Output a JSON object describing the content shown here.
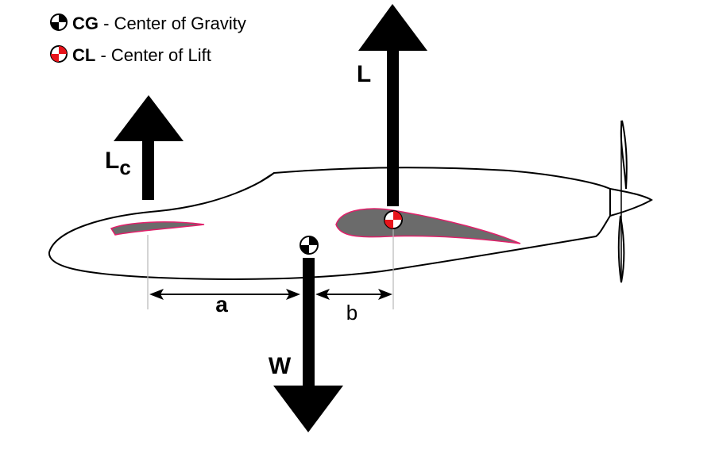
{
  "legend": {
    "items": [
      {
        "symbol": "cg-symbol",
        "abbrev": "CG",
        "text": " - Center of Gravity"
      },
      {
        "symbol": "cl-symbol",
        "abbrev": "CL",
        "text": " - Center of Lift"
      }
    ]
  },
  "labels": {
    "lift_main": "L",
    "lift_canard": "L",
    "lift_canard_sub": "c",
    "weight": "W",
    "dist_a": "a",
    "dist_b": "b"
  },
  "colors": {
    "airfoil_fill": "#6b6b6b",
    "airfoil_outline": "#e0206a",
    "cl_marker": "#e8141b",
    "ink": "#000000"
  }
}
